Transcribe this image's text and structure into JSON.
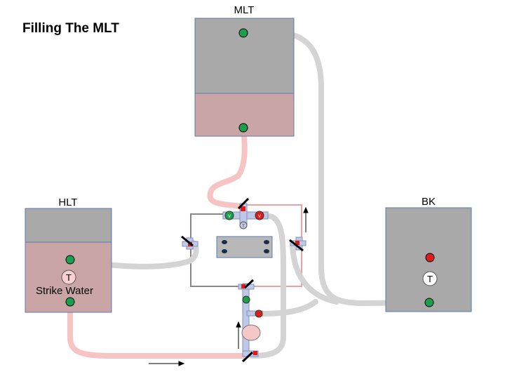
{
  "title": "Filling The MLT",
  "tanks": {
    "mlt": {
      "label": "MLT"
    },
    "hlt": {
      "label": "HLT",
      "contents_label": "Strike Water",
      "thermometer_label": "T"
    },
    "bk": {
      "label": "BK",
      "thermometer_label": "T"
    }
  },
  "valve_labels": {
    "green": "V",
    "red": "V",
    "temp": "T"
  },
  "colors": {
    "tank_gray": "#a9a9a9",
    "liquid": "#c9a5a5",
    "tank_border": "#5b7cae",
    "hose_active": "#f7c4c4",
    "hose_idle": "#d4d4d4",
    "port_green": "#1aa04a",
    "port_red": "#e11b1b",
    "frame_red": "#f0a0a0",
    "frame_gray": "#888888",
    "pump": "#f5c8c8"
  }
}
